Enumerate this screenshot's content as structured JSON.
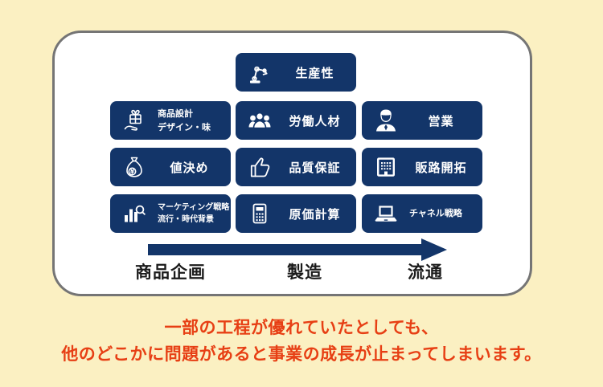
{
  "colors": {
    "background": "#fbf0c2",
    "card_background": "#ffffff",
    "card_border": "#757575",
    "box_background": "#133569",
    "box_text": "#ffffff",
    "arrow": "#133569",
    "stage_text": "#1a1a1a",
    "caption_text": "#e73f14"
  },
  "process": {
    "boxes": [
      {
        "label": "生産性",
        "icon": "robot-arm-icon"
      },
      {
        "label": "商品設計",
        "label2": "デザイン・味",
        "icon": "gift-hand-icon"
      },
      {
        "label": "労働人材",
        "icon": "people-group-icon"
      },
      {
        "label": "営業",
        "icon": "businessman-icon"
      },
      {
        "label": "値決め",
        "icon": "money-bag-icon"
      },
      {
        "label": "品質保証",
        "icon": "thumbs-up-icon"
      },
      {
        "label": "販路開拓",
        "icon": "office-building-icon"
      },
      {
        "label": "マーケティング戦略",
        "label2": "流行・時代背景",
        "icon": "bar-chart-magnifier-icon"
      },
      {
        "label": "原価計算",
        "icon": "calculator-icon"
      },
      {
        "label": "チャネル戦略",
        "icon": "laptop-icon"
      }
    ],
    "stages": [
      {
        "label": "商品企画"
      },
      {
        "label": "製造"
      },
      {
        "label": "流通"
      }
    ]
  },
  "caption": {
    "line1": "一部の工程が優れていたとしても、",
    "line2": "他のどこかに問題があると事業の成長が止まってしまいます。"
  }
}
